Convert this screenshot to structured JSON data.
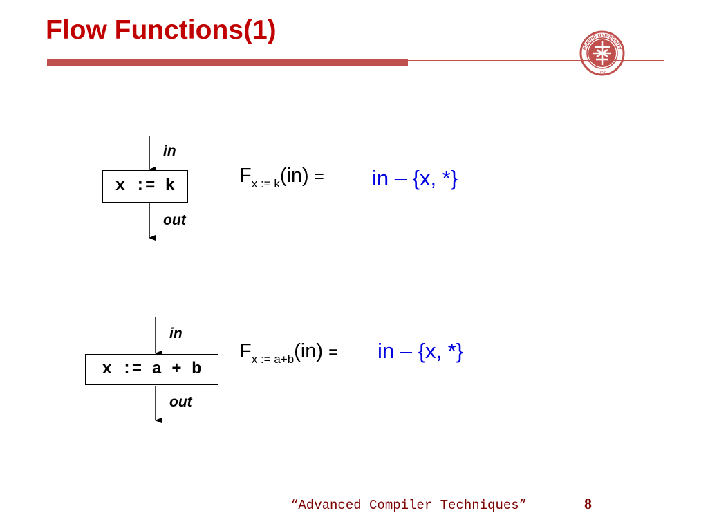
{
  "slide": {
    "title": "Flow Functions(1)",
    "footer": "“Advanced Compiler Techniques”",
    "page_number": "8",
    "logo": {
      "text": "PEKING UNIVERSITY",
      "year": "1898",
      "color": "#c0504d"
    }
  },
  "blocks": [
    {
      "statement": "x := k",
      "in_label": "in",
      "out_label": "out",
      "equation": {
        "fn": "F",
        "subscript": "x := k",
        "arg": "(in)",
        "eq": "=",
        "rhs": "in – {x, *}"
      }
    },
    {
      "statement": "x := a + b",
      "in_label": "in",
      "out_label": "out",
      "equation": {
        "fn": "F",
        "subscript": "x := a+b",
        "arg": "(in)",
        "eq": "=",
        "rhs": "in – {x, *}"
      }
    }
  ],
  "colors": {
    "title": "#c00000",
    "rule": "#c0504d",
    "rhs": "#0000e0",
    "footer": "#7a0000"
  }
}
